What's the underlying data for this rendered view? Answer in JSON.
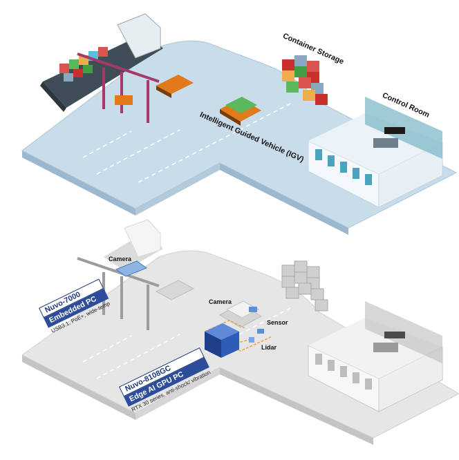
{
  "top_scene": {
    "labels": {
      "container_storage": "Container Storage",
      "control_room": "Control Room",
      "igv": "Intelligent Guided Vehicle (IGV)"
    }
  },
  "bottom_scene": {
    "labels": {
      "camera_crane": "Camera",
      "camera_edge": "Camera",
      "sensor": "Sensor",
      "lidar": "Lidar"
    },
    "products": [
      {
        "model": "Nuvo-7000",
        "kind": "Embedded PC",
        "spec": "USB3.1, PoE+, wide-temp"
      },
      {
        "model": "Nuvo-8108GC",
        "kind": "Edge AI GPU PC",
        "spec": "RTX 30 series, anti-shock/ vibration"
      }
    ]
  },
  "colors": {
    "top_ground": "#c9dcea",
    "top_ground_edge": "#9bb8cf",
    "bottom_ground": "#e6e6e6",
    "bottom_ground_edge": "#c4c4c4",
    "control_room_glass": "#7fb8c8",
    "crane": "#a33a6a",
    "igv": "#e07a1a",
    "edge_pc": "#2f5cb8",
    "network_line": "#f0a040",
    "badge_dark": "#2b4d9a"
  }
}
